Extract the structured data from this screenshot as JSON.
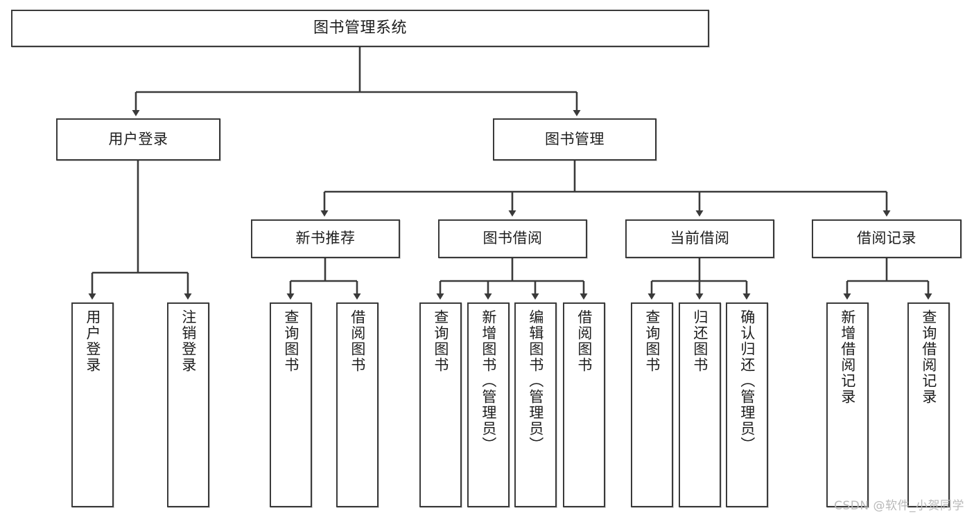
{
  "diagram": {
    "title": "图书管理系统",
    "type": "tree-hierarchy-chart",
    "watermark": "CSDN @软件_小贺同学",
    "line_color": "#3a3a3a",
    "box_fill": "#ffffff",
    "text_color": "#1d1d1d"
  },
  "nodes": {
    "root": {
      "label": "图书管理系统"
    },
    "level2": [
      {
        "label": "用户登录"
      },
      {
        "label": "图书管理"
      }
    ],
    "level3": [
      {
        "label": "新书推荐"
      },
      {
        "label": "图书借阅"
      },
      {
        "label": "当前借阅"
      },
      {
        "label": "借阅记录"
      }
    ],
    "leaves": {
      "user_login": [
        {
          "label": "用户登录"
        },
        {
          "label": "注销登录"
        }
      ],
      "new_book_recommend": [
        {
          "label": "查询图书"
        },
        {
          "label": "借阅图书"
        }
      ],
      "book_borrow": [
        {
          "label": "查询图书"
        },
        {
          "label": "新增图书（管理员）"
        },
        {
          "label": "编辑图书（管理员）"
        },
        {
          "label": "借阅图书"
        }
      ],
      "current_borrow": [
        {
          "label": "查询图书"
        },
        {
          "label": "归还图书"
        },
        {
          "label": "确认归还（管理员）"
        }
      ],
      "borrow_record": [
        {
          "label": "新增借阅记录"
        },
        {
          "label": "查询借阅记录"
        }
      ]
    }
  }
}
